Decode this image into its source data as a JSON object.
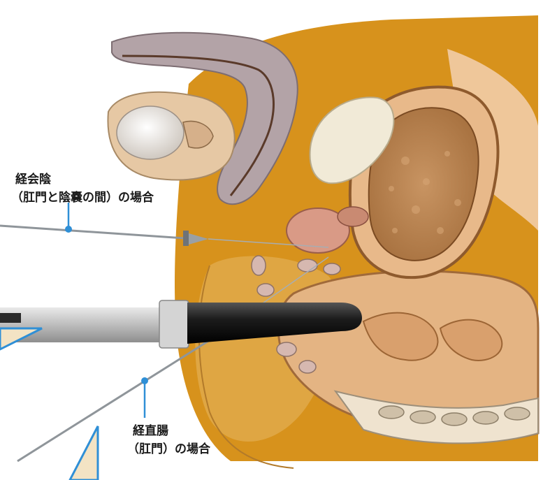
{
  "labels": {
    "perineal_line1": "経会陰",
    "perineal_line2": "（肛門と陰嚢の間）の場合",
    "rectal_line1": "経直腸",
    "rectal_line2": "（肛門）の場合"
  },
  "colors": {
    "background": "#ffffff",
    "pelvis_fill": "#d7921c",
    "tissue_tan": "#e4b483",
    "bladder_lining": "#c89870",
    "bladder_texture": "#b8804e",
    "penis_gray": "#b3a3a7",
    "skin_beige": "#e6c8a4",
    "needle_gray": "#8f959a",
    "pointer_blue": "#2f8fd6",
    "probe_black": "#1c1c1c",
    "probe_gray": "#c8c8c8",
    "label_text": "#1a1a1a"
  }
}
